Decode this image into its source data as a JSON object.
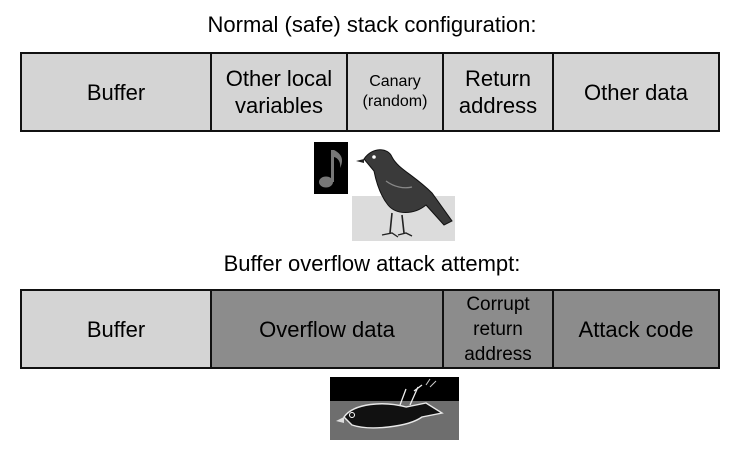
{
  "safe": {
    "heading": "Normal (safe) stack configuration:",
    "cells": [
      {
        "label": "Buffer"
      },
      {
        "label": "Other local\nvariables"
      },
      {
        "label": "Canary\n(random)"
      },
      {
        "label": "Return\naddress"
      },
      {
        "label": "Other data"
      }
    ]
  },
  "attack": {
    "heading": "Buffer overflow attack attempt:",
    "cells": [
      {
        "label": "Buffer"
      },
      {
        "label": "Overflow data"
      },
      {
        "label": "Corrupt\nreturn\naddress"
      },
      {
        "label": "Attack code"
      }
    ]
  },
  "images": {
    "note": "music-note-icon",
    "live_bird": "canary-bird",
    "dead_bird": "dead-canary-bird"
  },
  "colors": {
    "light_cell": "#d4d4d4",
    "dark_cell": "#8c8c8c",
    "border": "#111111"
  }
}
